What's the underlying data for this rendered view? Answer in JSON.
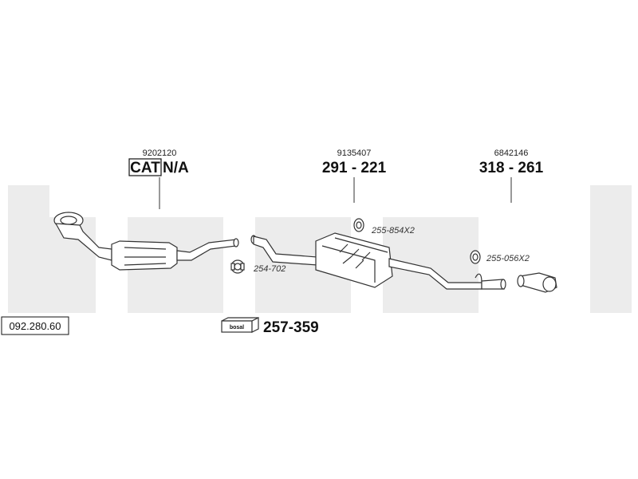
{
  "diagram": {
    "reference_number": "092.280.60",
    "watermark_text": "bosal",
    "components": [
      {
        "oem": "9202120",
        "cat_label": "CAT",
        "part": "N/A"
      },
      {
        "oem": "9135407",
        "part": "291 - 221"
      },
      {
        "oem": "6842146",
        "part": "318 - 261"
      }
    ],
    "accessories": [
      {
        "code": "254-702",
        "icon": "clamp-icon"
      },
      {
        "code": "255-854X2",
        "icon": "rubber-hanger-icon"
      },
      {
        "code": "255-056X2",
        "icon": "rubber-hanger-icon"
      }
    ],
    "mounting_kit": {
      "box_label": "bosal",
      "part": "257-359",
      "icon": "mounting-kit-box-icon"
    }
  }
}
